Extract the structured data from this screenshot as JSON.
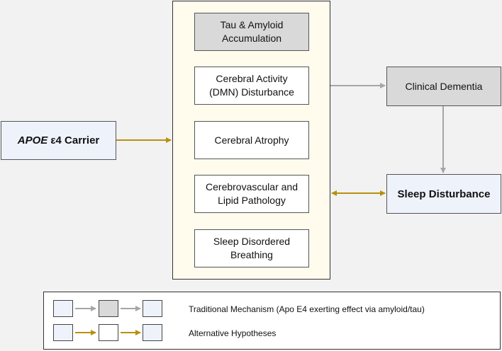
{
  "inputs": {
    "apoe_prefix": "APOE",
    "apoe_suffix": " ε4 Carrier"
  },
  "mechanisms": [
    {
      "label": "Tau & Amyloid\nAccumulation",
      "style": "grey"
    },
    {
      "label": "Cerebral Activity\n(DMN) Disturbance",
      "style": "white"
    },
    {
      "label": "Cerebral Atrophy",
      "style": "white"
    },
    {
      "label": "Cerebrovascular and\nLipid Pathology",
      "style": "white"
    },
    {
      "label": "Sleep Disordered\nBreathing",
      "style": "white"
    }
  ],
  "outcomes": {
    "clinical_dementia": "Clinical Dementia",
    "sleep_disturbance": "Sleep Disturbance"
  },
  "legend": {
    "traditional": "Traditional Mechanism (Apo E4 exerting effect via amyloid/tau)",
    "alternative": "Alternative Hypotheses"
  },
  "colors": {
    "traditional_arrow": "#a6a6a6",
    "alternative_arrow": "#b8900f",
    "grey_box": "#d9d9d9",
    "blue_box": "#eef3fb",
    "container": "#fffcee"
  }
}
